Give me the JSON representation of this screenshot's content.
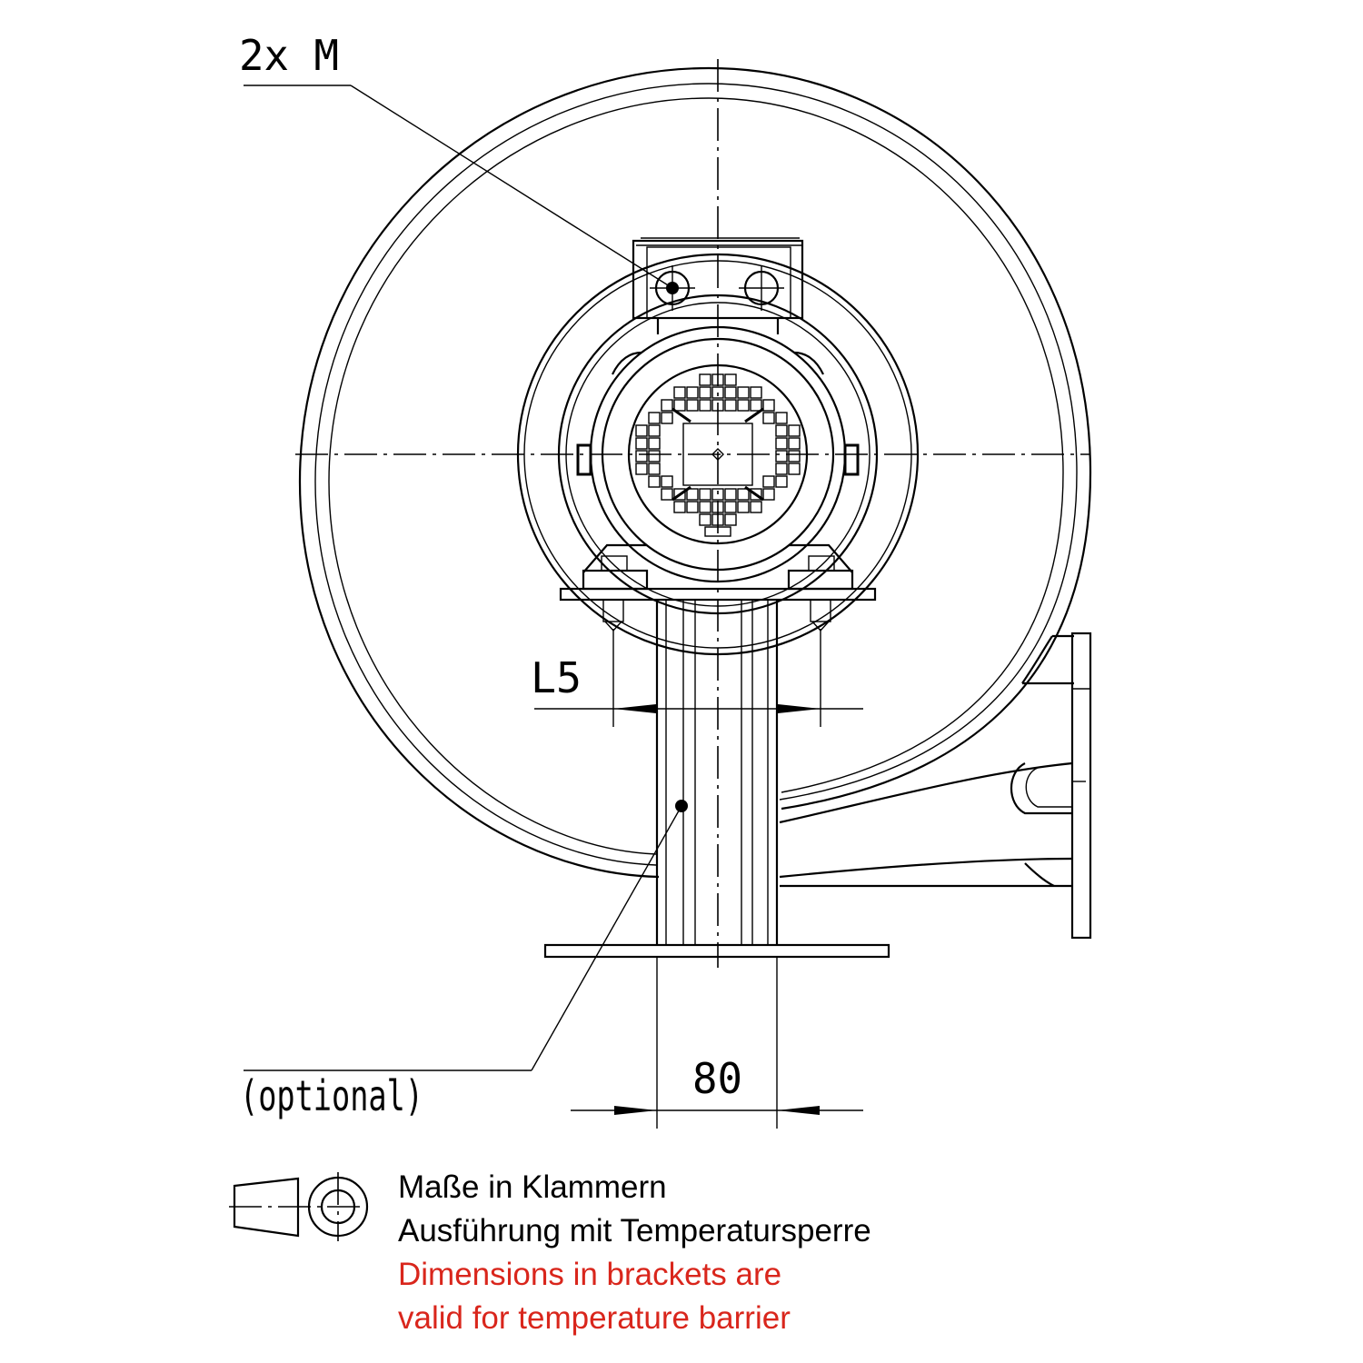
{
  "labels": {
    "thread_callout": "2x M",
    "dimension_l5": "L5",
    "dimension_width": "80",
    "optional_callout": "(optional)"
  },
  "notes": {
    "line1_de": "Maße in Klammern",
    "line2_de": "Ausführung mit Temperatursperre",
    "line3_en": "Dimensions in brackets are",
    "line4_en": "valid for temperature barrier"
  },
  "colors": {
    "line": "#000000",
    "english_note": "#d9261c"
  },
  "icons": {
    "projection_symbol": "first-angle-projection-icon"
  }
}
